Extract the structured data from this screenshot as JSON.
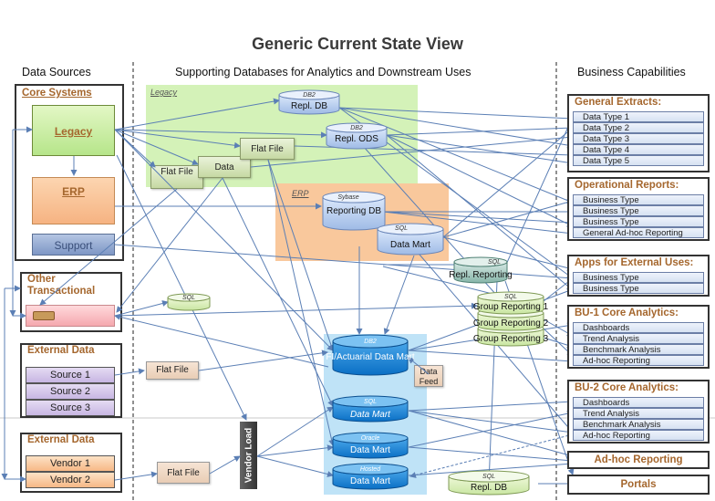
{
  "title": "Generic Current State View",
  "headers": {
    "data_sources": "Data Sources",
    "supporting": "Supporting Databases for Analytics and Downstream Uses",
    "business": "Business Capabilities"
  },
  "core_systems": {
    "title": "Core Systems",
    "legacy": "Legacy",
    "erp": "ERP",
    "support": "Support"
  },
  "other_transactional": {
    "title": "Other Transactional",
    "system_label": ""
  },
  "external_data": {
    "title": "External Data",
    "items": [
      "Source 1",
      "Source 2",
      "Source 3"
    ]
  },
  "vendor_data": {
    "title": "External Data",
    "items": [
      "Vendor 1",
      "Vendor 2"
    ]
  },
  "zones": {
    "legacy": "Legacy",
    "erp": "ERP"
  },
  "files": {
    "flat_file_small": "Flat File",
    "data": "Data",
    "flat_file_top": "Flat File",
    "flat_file_ext": "Flat File",
    "flat_file_vendor": "Flat File",
    "data_feed": "Data Feed"
  },
  "databases": {
    "repl_db_top": {
      "sup": "DB2",
      "label": "Repl. DB"
    },
    "repl_ods": {
      "sup": "DB2",
      "label": "Repl. ODS"
    },
    "reporting_db": {
      "sup": "Sybase",
      "label": "Reporting DB"
    },
    "data_mart_sql": {
      "sup": "SQL",
      "label": "Data Mart"
    },
    "repl_reporting": {
      "sup": "SQL",
      "label": "Repl. Reporting"
    },
    "other_sql": {
      "sup": "SQL",
      "label": ""
    },
    "group_reporting_1": {
      "sup": "SQL",
      "label": "Group Reporting 1"
    },
    "group_reporting_2": {
      "sup": "",
      "label": "Group Reporting 2"
    },
    "group_reporting_3": {
      "sup": "",
      "label": "Group Reporting 3"
    },
    "fi_actuarial": {
      "sup": "DB2",
      "label": "FI/Actuarial Data Mart"
    },
    "sql_data_mart": {
      "sup": "SQL",
      "label": "Data Mart"
    },
    "oracle_data_mart": {
      "sup": "Oracle",
      "label": "Data Mart"
    },
    "hosted_data_mart": {
      "sup": "Hosted",
      "label": "Data Mart"
    },
    "repl_db_bottom": {
      "sup": "SQL",
      "label": "Repl. DB"
    }
  },
  "vendor_load": "Vendor Load",
  "capabilities": {
    "general_extracts": {
      "title": "General Extracts:",
      "items": [
        "Data Type 1",
        "Data Type 2",
        "Data Type 3",
        "Data Type 4",
        "Data Type 5"
      ]
    },
    "operational_reports": {
      "title": "Operational Reports:",
      "items": [
        "Business Type",
        "Business Type",
        "Business Type",
        "General Ad-hoc Reporting"
      ]
    },
    "apps_external": {
      "title": "Apps for External Uses:",
      "items": [
        "Business Type",
        "Business Type"
      ]
    },
    "bu1": {
      "title": "BU-1 Core Analytics:",
      "items": [
        "Dashboards",
        "Trend Analysis",
        "Benchmark Analysis",
        "Ad-hoc Reporting"
      ]
    },
    "bu2": {
      "title": "BU-2 Core Analytics:",
      "items": [
        "Dashboards",
        "Trend Analysis",
        "Benchmark Analysis",
        "Ad-hoc Reporting"
      ]
    },
    "adhoc": "Ad-hoc Reporting",
    "portals": "Portals"
  },
  "colors": {
    "legacy_zone": "#d4f2b8",
    "erp_zone": "#f9c89c",
    "datamart_zone": "#bfe3f7",
    "arrow": "#5b7fb5",
    "title_accent": "#a5672e"
  }
}
